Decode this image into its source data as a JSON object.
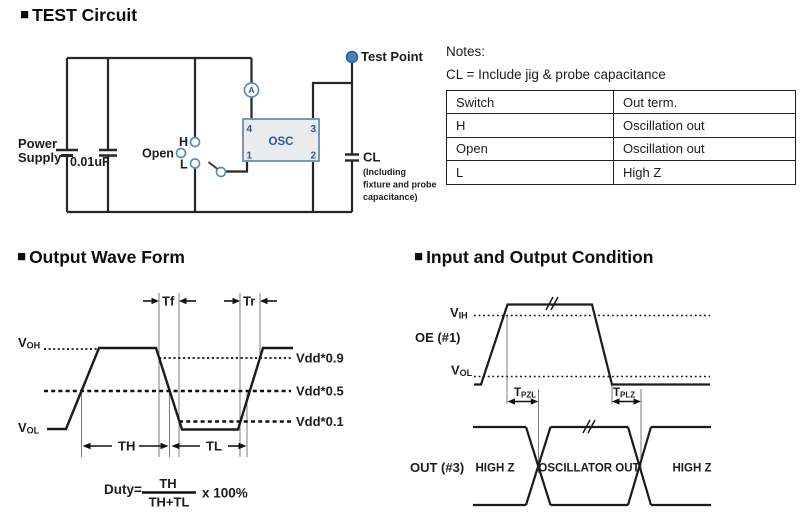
{
  "sections": {
    "test_circuit": {
      "marker": "■",
      "title": "TEST Circuit"
    },
    "output_wave": {
      "marker": "■",
      "title": "Output Wave Form"
    },
    "io_condition": {
      "marker": "■",
      "title": "Input and Output Condition"
    }
  },
  "circuit": {
    "power_supply_line1": "Power",
    "power_supply_line2": "Supply",
    "cap_value": "0.01uF",
    "switch_h": "H",
    "switch_open": "Open",
    "switch_l": "L",
    "ammeter": "A",
    "osc_label": "OSC",
    "pin1": "1",
    "pin2": "2",
    "pin3": "3",
    "pin4": "4",
    "test_point": "Test Point",
    "cl_label": "CL",
    "cl_note1": "(Including",
    "cl_note2": " fixture and probe",
    "cl_note3": "capacitance)"
  },
  "notes": {
    "title": "Notes:",
    "line": "CL = Include jig & probe capacitance",
    "table": {
      "headers": [
        "Switch",
        "Out term."
      ],
      "rows": [
        [
          "H",
          "Oscillation out"
        ],
        [
          "Open",
          "Oscillation out"
        ],
        [
          "L",
          "High Z"
        ]
      ]
    }
  },
  "output_wave": {
    "voh_main": "V",
    "voh_sub": "OH",
    "vol_main": "V",
    "vol_sub": "OL",
    "tf": "Tf",
    "tr": "Tr",
    "th": "TH",
    "tl": "TL",
    "vdd09": "Vdd*0.9",
    "vdd05": "Vdd*0.5",
    "vdd01": "Vdd*0.1",
    "duty_prefix": "Duty=",
    "duty_num": "TH",
    "duty_den": "TH+TL",
    "duty_suffix": "x 100%"
  },
  "io_condition": {
    "vih_main": "V",
    "vih_sub": "IH",
    "vol_main": "V",
    "vol_sub": "OL",
    "oe_label": "OE (#1)",
    "out_label": "OUT (#3)",
    "tpzl_main": "T",
    "tpzl_sub": "PZL",
    "tplz_main": "T",
    "tplz_sub": "PLZ",
    "highz_left": "HIGH Z",
    "osc_out": "OSCILLATOR OUT",
    "highz_right": "HIGH Z"
  },
  "colors": {
    "accent_blue": "#4a80ba",
    "component_blue": "#5b8ac0",
    "osc_fill": "#e9ebef",
    "osc_border": "#7797bd",
    "line_black": "#262626",
    "guide_gray": "#7d7d7d"
  }
}
